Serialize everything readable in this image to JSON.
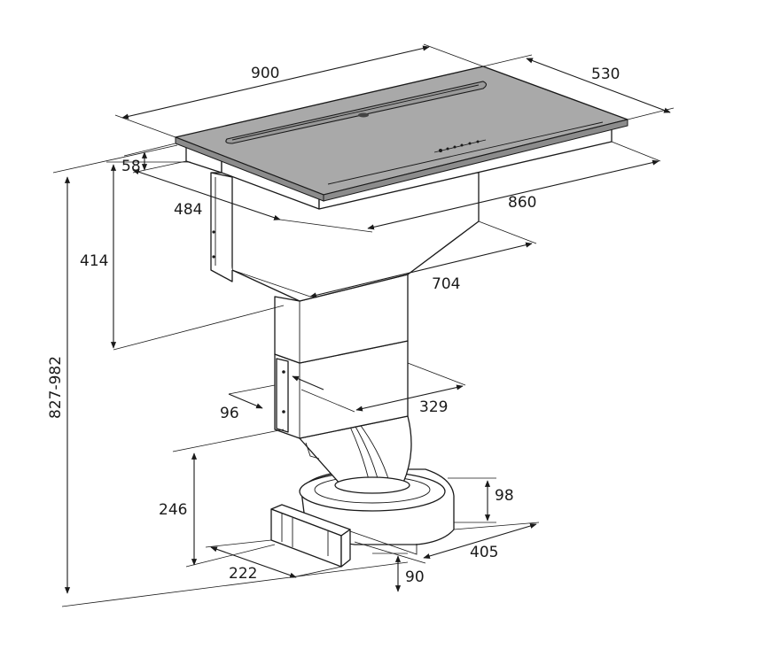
{
  "dimensions": {
    "width_top": "900",
    "depth_top": "530",
    "glass_thickness": "58",
    "inner_depth": "484",
    "cutout_width": "860",
    "upper_height": "414",
    "duct_width": "704",
    "total_height": "827-982",
    "duct_depth": "96",
    "lower_width": "329",
    "motor_height": "246",
    "motor_box_height": "98",
    "base_depth": "405",
    "outlet_width": "222",
    "outlet_height": "90"
  },
  "colors": {
    "hob_glass": "#a9a9a9",
    "line": "#1a1a1a",
    "background": "#ffffff"
  }
}
